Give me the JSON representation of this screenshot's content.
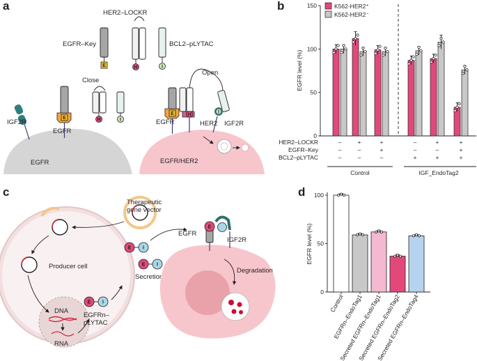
{
  "panels": {
    "a": {
      "letter": "a",
      "her2_lockr": "HER2–LOCKR",
      "egfr_key": "EGFR–Key",
      "bcl2_plytac": "BCL2–pLYTAC",
      "close": "Close",
      "open": "Open",
      "igf2r_left": "IGF2R",
      "egfr_left": "EGFR",
      "egfr_label1": "EGFR",
      "egfr_label2": "EGFR",
      "her2": "HER2",
      "igf2r_right": "IGF2R",
      "egfr_her2": "EGFR/HER2",
      "e": "E",
      "h": "H",
      "i": "I"
    },
    "b": {
      "letter": "b"
    },
    "c": {
      "letter": "c",
      "therapeutic_1": "Therapeutic",
      "therapeutic_2": "gene vector",
      "producer_cell": "Producer cell",
      "dna": "DNA",
      "rna": "RNA",
      "egfrn_1": "EGFRn–",
      "egfrn_2": "pLYTAC",
      "secretion": "Secretion",
      "egfr": "EGFR",
      "igf2r": "IGF2R",
      "degradation": "Degradation",
      "e": "E",
      "i": "I"
    },
    "d": {
      "letter": "d"
    }
  },
  "chart_b": {
    "type": "bar",
    "ylabel": "EGFR level (%)",
    "ylim": [
      0,
      150
    ],
    "yticks": [
      "0",
      "50",
      "100",
      "150"
    ],
    "legend": [
      {
        "name": "K562-HER2⁺",
        "color": "#e2497a"
      },
      {
        "name": "K562-HER2⁻",
        "color": "#c8c8c8"
      }
    ],
    "row_labels": [
      "HER2–LOCKR",
      "EGFR–Key",
      "BCL2–pLYTAC"
    ],
    "conditions": [
      {
        "signs": [
          "–",
          "–",
          "–"
        ],
        "pos": 100,
        "neg": 100
      },
      {
        "signs": [
          "+",
          "–",
          "–"
        ],
        "pos": 112,
        "neg": 97
      },
      {
        "signs": [
          "+",
          "+",
          "–"
        ],
        "pos": 99,
        "neg": 97
      },
      {
        "signs": [
          "–",
          "–",
          "+"
        ],
        "pos": 87,
        "neg": 98
      },
      {
        "signs": [
          "+",
          "–",
          "+"
        ],
        "pos": 89,
        "neg": 108
      },
      {
        "signs": [
          "+",
          "+",
          "+"
        ],
        "pos": 33,
        "neg": 76
      }
    ],
    "groups": [
      "Control",
      "IGF_EndoTag2"
    ]
  },
  "chart_d": {
    "type": "bar",
    "ylabel": "EGFR level (%)",
    "ylim": [
      0,
      100
    ],
    "yticks": [
      "0",
      "50",
      "100"
    ],
    "categories": [
      "Control",
      "EGFRn–EndoTag1",
      "Secreted EGFRn–EndoTag1",
      "Secreted EGFRn–EndoTag2",
      "Secreted EGFRn–EndoTag4"
    ],
    "values": [
      100,
      59,
      62,
      37,
      58
    ],
    "colors": [
      "#ffffff",
      "#c8c8c8",
      "#f4b8d1",
      "#e2497a",
      "#b5d3ee"
    ]
  }
}
